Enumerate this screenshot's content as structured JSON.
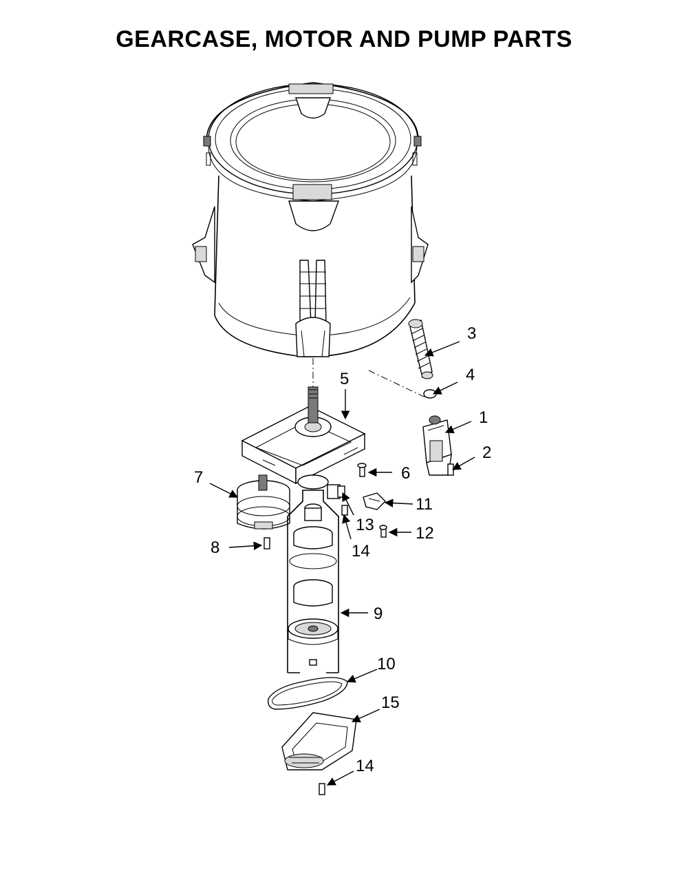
{
  "title": "GEARCASE, MOTOR AND PUMP PARTS",
  "callouts": [
    {
      "id": "c1",
      "label": "1"
    },
    {
      "id": "c2",
      "label": "2"
    },
    {
      "id": "c3",
      "label": "3"
    },
    {
      "id": "c4",
      "label": "4"
    },
    {
      "id": "c5",
      "label": "5"
    },
    {
      "id": "c6",
      "label": "6"
    },
    {
      "id": "c7",
      "label": "7"
    },
    {
      "id": "c8",
      "label": "8"
    },
    {
      "id": "c9",
      "label": "9"
    },
    {
      "id": "c10",
      "label": "10"
    },
    {
      "id": "c11",
      "label": "11"
    },
    {
      "id": "c12",
      "label": "12"
    },
    {
      "id": "c13",
      "label": "13"
    },
    {
      "id": "c14a",
      "label": "14"
    },
    {
      "id": "c15",
      "label": "15"
    },
    {
      "id": "c14b",
      "label": "14"
    }
  ]
}
